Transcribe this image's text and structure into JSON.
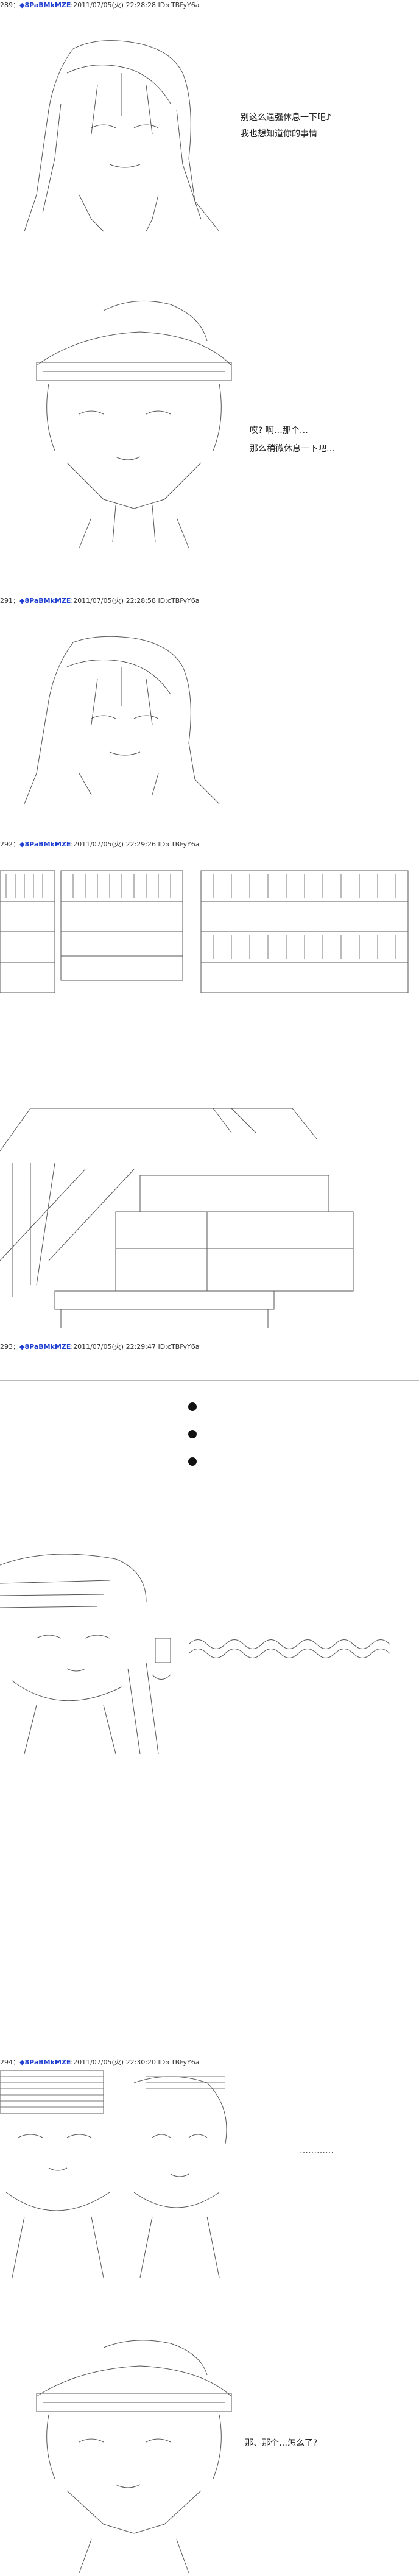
{
  "posts": [
    {
      "num": "289：",
      "name": "◆8PaBMkMZE",
      "meta": ":2011/07/05(火) 22:28:28 ID:cTBFyY6a"
    },
    {
      "num": "291：",
      "name": "◆8PaBMkMZE",
      "meta": ":2011/07/05(火) 22:28:58 ID:cTBFyY6a"
    },
    {
      "num": "292：",
      "name": "◆8PaBMkMZE",
      "meta": ":2011/07/05(火) 22:29:26 ID:cTBFyY6a"
    },
    {
      "num": "293：",
      "name": "◆8PaBMkMZE",
      "meta": ":2011/07/05(火) 22:29:47 ID:cTBFyY6a"
    },
    {
      "num": "294：",
      "name": "◆8PaBMkMZE",
      "meta": ":2011/07/05(火) 22:30:20 ID:cTBFyY6a"
    }
  ],
  "dialog": {
    "line1": "别这么逞强休息一下吧♪",
    "line2": "我也想知道你的事情",
    "line3": "哎?  啊…那个…",
    "line4": "那么稍微休息一下吧…",
    "line5": "…………",
    "line6": "那、那个…怎么了?"
  },
  "art": {
    "omega_shape": "∩",
    "wave": "〜〜〜〜〜〜〜",
    "speech_squiggle": "ヽ(  )"
  }
}
